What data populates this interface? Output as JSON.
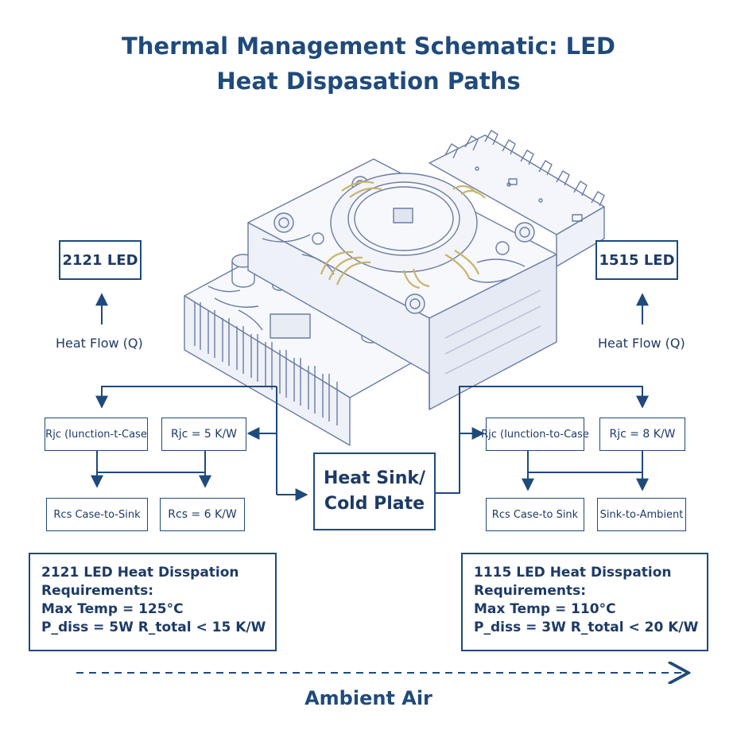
{
  "title": {
    "line1": "Thermal Management Schematic: LED",
    "line2": "Heat Dispasation Paths"
  },
  "left": {
    "led_label": "2121 LED",
    "heat_flow": "Heat Flow (Q)",
    "rjc_name": "Rjc (Iunction-t-Case",
    "rjc_value": "Rjc = 5 K/W",
    "rcs_name": "Rcs Case-to-Sink",
    "rcs_value": "Rcs = 6 K/W",
    "requirements": {
      "line1": "2121 LED Heat Disspation",
      "line2": "Requirements:",
      "line3": "Max Temp = 125°C",
      "line4": "P_diss = 5W R_total < 15 K/W"
    }
  },
  "right": {
    "led_label": "1515 LED",
    "heat_flow": "Heat Flow (Q)",
    "rjc_name": "Rjc (Iunction-to-Case",
    "rjc_value": "Rjc = 8 K/W",
    "rcs_name": "Rcs Case-to Sink",
    "rsa_name": "Sink-to-Ambient",
    "requirements": {
      "line1": "1115 LED Heat Disspation",
      "line2": "Requirements:",
      "line3": "Max Temp = 110°C",
      "line4": "P_diss = 3W R_total < 20 K/W"
    }
  },
  "center": {
    "heat_sink_line1": "Heat Sink/",
    "heat_sink_line2": "Cold Plate"
  },
  "ambient": "Ambient Air",
  "colors": {
    "ink": "#1f4a7c",
    "sketch": "#5b6f9a",
    "wire": "#c9b56a"
  }
}
